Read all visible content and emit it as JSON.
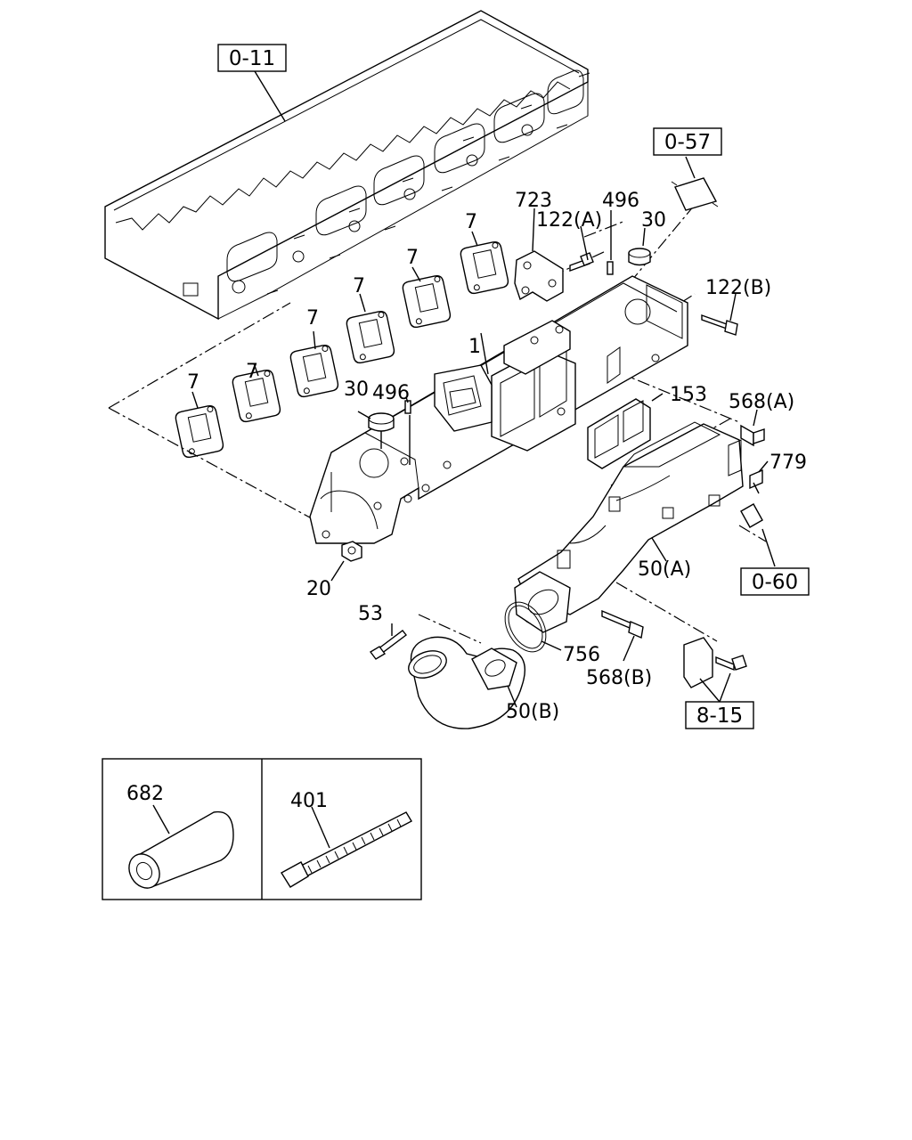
{
  "diagram": {
    "callouts": {
      "c1": "1",
      "c7a": "7",
      "c7b": "7",
      "c7c": "7",
      "c7d": "7",
      "c7e": "7",
      "c7f": "7",
      "c20": "20",
      "c30a": "30",
      "c30b": "30",
      "c496a": "496",
      "c496b": "496",
      "c723": "723",
      "c122a": "122(A)",
      "c122b": "122(B)",
      "c153": "153",
      "c568a": "568(A)",
      "c568b": "568(B)",
      "c779": "779",
      "c50a": "50(A)",
      "c50b": "50(B)",
      "c53": "53",
      "c756": "756",
      "c682": "682",
      "c401": "401"
    },
    "references": {
      "r011": "0-11",
      "r057": "0-57",
      "r060": "0-60",
      "r815": "8-15"
    }
  }
}
